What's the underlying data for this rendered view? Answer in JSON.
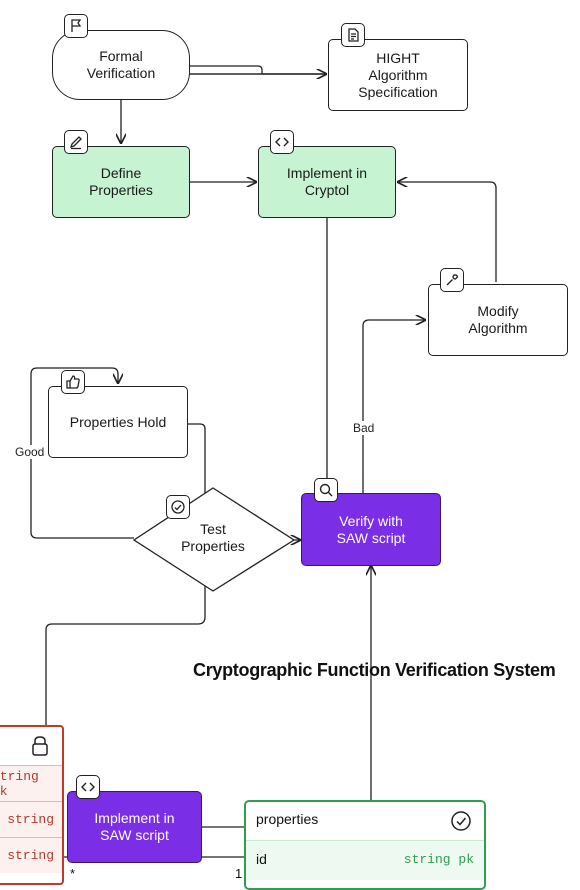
{
  "title": "Cryptographic Function Verification System",
  "nodes": {
    "formal_verification": "Formal\nVerification",
    "hight_spec": "HIGHT\nAlgorithm\nSpecification",
    "define_properties": "Define\nProperties",
    "implement_cryptol": "Implement in\nCryptol",
    "modify_algorithm": "Modify\nAlgorithm",
    "properties_hold": "Properties Hold",
    "test_properties": "Test\nProperties",
    "verify_saw": "Verify with\nSAW script",
    "implement_saw": "Implement in\nSAW script"
  },
  "edge_labels": {
    "good": "Good",
    "bad": "Bad"
  },
  "entity_red": {
    "rows": [
      {
        "type": "string pk"
      },
      {
        "type": "string"
      },
      {
        "type": "string"
      }
    ]
  },
  "entity_properties": {
    "name": "properties",
    "field": "id",
    "type": "string pk"
  },
  "cardinality": {
    "left": "*",
    "right": "1"
  },
  "colors": {
    "green_fill": "#c6f3d1",
    "purple_fill": "#7a2ee6",
    "entity_red": "#c0392b",
    "entity_green": "#2e9e4f"
  },
  "icons": {
    "formal_verification": "flag-icon",
    "hight_spec": "document-icon",
    "define_properties": "pencil-icon",
    "implement_cryptol": "code-icon",
    "modify_algorithm": "wrench-icon",
    "properties_hold": "thumbs-up-icon",
    "test_properties": "check-circle-icon",
    "verify_saw": "search-icon",
    "implement_saw": "code-icon",
    "entity_red": "lock-icon",
    "entity_properties": "check-circle-icon"
  }
}
